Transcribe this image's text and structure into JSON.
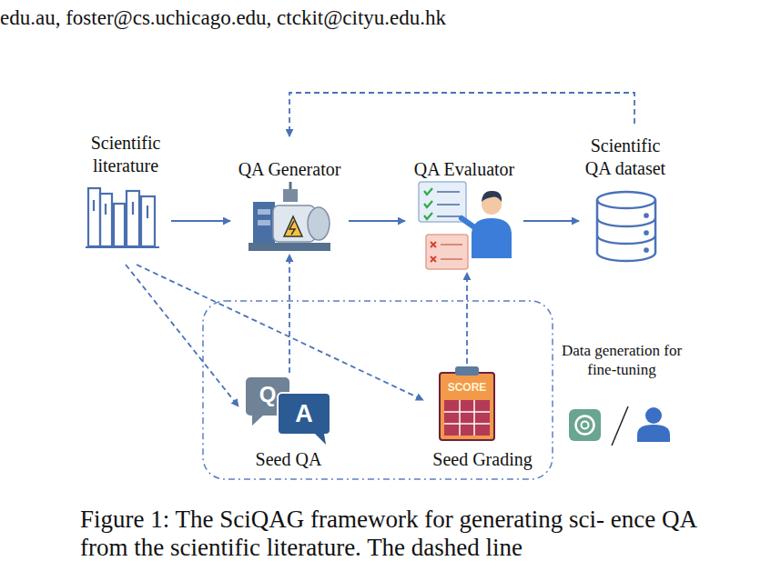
{
  "diagram": {
    "caption": "Figure 1: The SciQAG framework for generating sci- ence QA from the scientific literature. The dashed line",
    "nodes": [
      {
        "text": [
          "Scientific literature"
        ]
      },
      {
        "text": [
          "QA Generator"
        ]
      },
      {
        "text": [
          "QA Evaluator"
        ]
      },
      {
        "text": [
          "Scientific QA dataset"
        ]
      },
      {
        "text": [
          "Data generation for fine-tuning"
        ]
      },
      {
        "text": [
          "Seed QA"
        ],
        "in": 4
      },
      {
        "text": [
          "Seed Grading"
        ],
        "in": 4
      }
    ],
    "edges": [
      {
        "from": 0,
        "to": 1,
        "arrow": "to"
      },
      {
        "from": 1,
        "to": 2,
        "arrow": "to"
      },
      {
        "from": 2,
        "to": 3,
        "arrow": "to"
      },
      {
        "from": 3,
        "to": 1,
        "arrow": "to"
      },
      {
        "from": 0,
        "to": 5,
        "arrow": "to"
      },
      {
        "from": 0,
        "to": 6,
        "arrow": "to"
      },
      {
        "from": 5,
        "to": 1,
        "arrow": "to"
      },
      {
        "from": 6,
        "to": 2,
        "arrow": "to"
      }
    ],
    "labels": [
      "edu.au, foster@cs.uchicago.edu, ctckit@cityu.edu.hk",
      "Q",
      "A",
      "SCORE"
    ]
  }
}
